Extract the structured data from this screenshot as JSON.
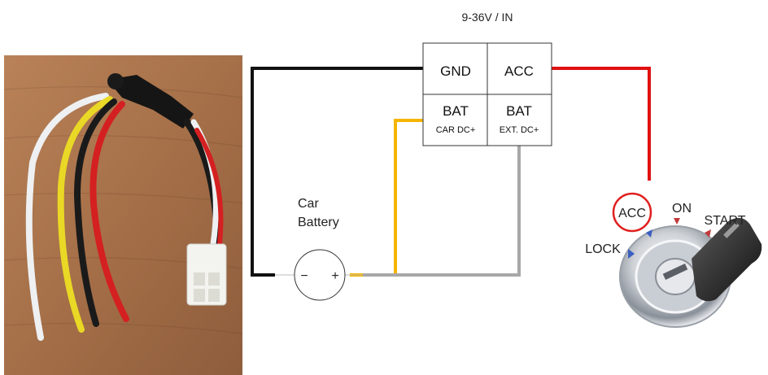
{
  "diagram": {
    "voltage_label": "9-36V / IN",
    "terminals": {
      "gnd": "GND",
      "acc": "ACC",
      "bat_car": "BAT",
      "bat_car_sub": "CAR DC+",
      "bat_ext": "BAT",
      "bat_ext_sub": "EXT. DC+"
    },
    "battery": {
      "label_line1": "Car",
      "label_line2": "Battery",
      "minus": "−",
      "plus": "+"
    },
    "ignition": {
      "acc": "ACC",
      "on": "ON",
      "start": "START",
      "lock": "LOCK"
    },
    "colors": {
      "gnd_wire": "#111111",
      "acc_wire": "#e01010",
      "car_dc_wire": "#f5b400",
      "ext_dc_wire": "#a8a8a8",
      "acc_circle": "#e02020"
    }
  }
}
